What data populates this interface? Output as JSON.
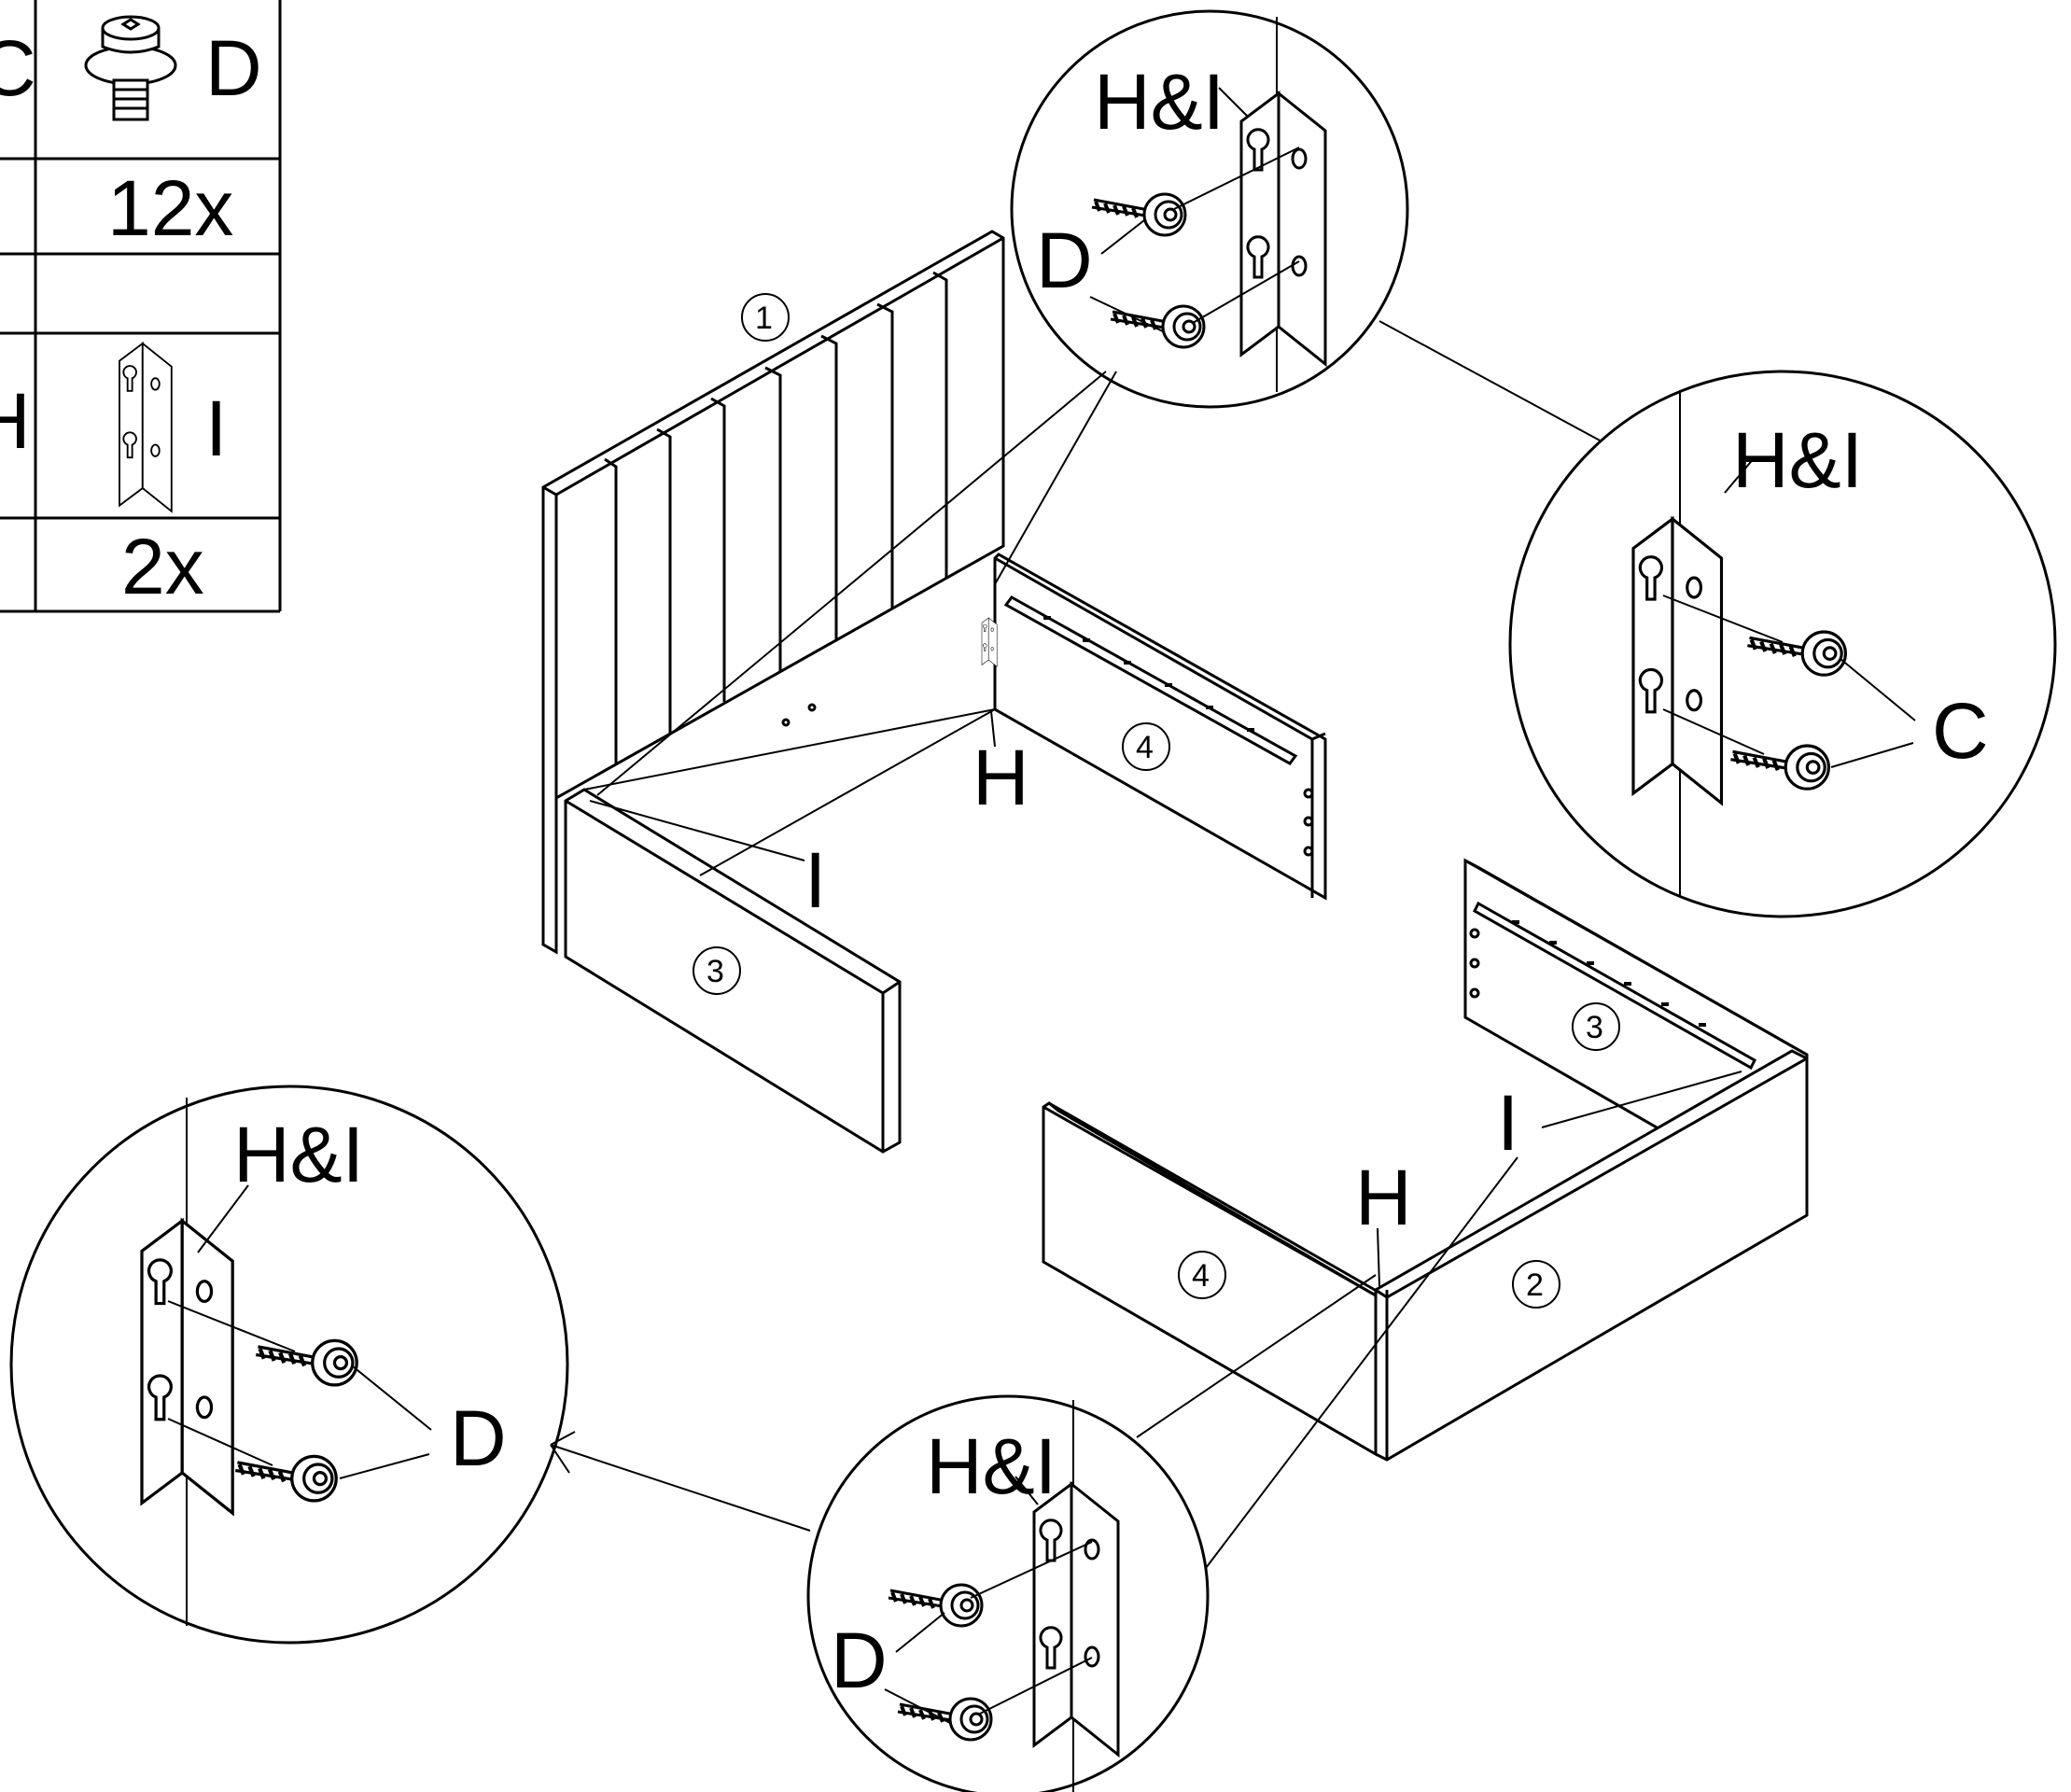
{
  "parts_table": {
    "part_c_letter": "C",
    "part_d_letter": "D",
    "part_d_qty": "12x",
    "part_h_letter": "H",
    "part_i_letter": "I",
    "part_i_qty": "2x"
  },
  "panels": {
    "headboard": "1",
    "footboard": "2",
    "side_left": "3",
    "side_right_back": "4",
    "side_right_front": "3",
    "side_left_front": "4"
  },
  "callouts": {
    "h_and_i": "H&I",
    "h": "H",
    "i": "I",
    "c": "C",
    "d": "D"
  }
}
